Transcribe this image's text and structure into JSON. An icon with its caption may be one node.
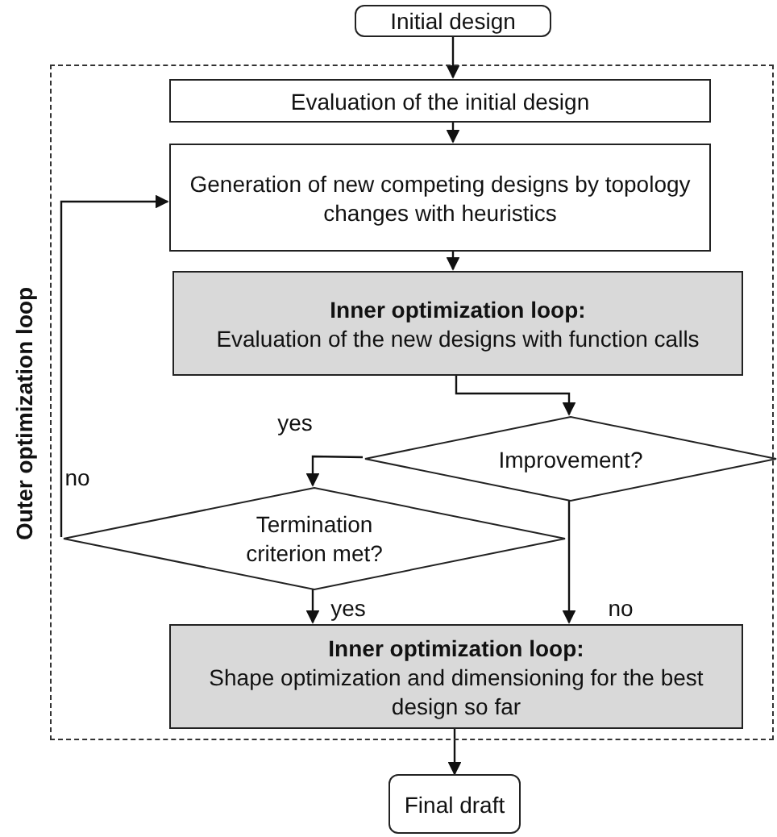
{
  "diagram": {
    "nodes": [
      {
        "text": [
          "Initial design"
        ]
      },
      {
        "text": [
          "Outer optimization loop"
        ]
      },
      {
        "text": [
          "Evaluation of the initial design"
        ],
        "in": 1
      },
      {
        "text": [
          "Generation of new competing designs by topology changes with heuristics"
        ],
        "in": 1
      },
      {
        "text": [
          "Inner optimization loop:",
          "Evaluation of the new designs with function calls"
        ],
        "in": 1
      },
      {
        "text": [
          "Improvement?"
        ],
        "in": 1
      },
      {
        "text": [
          "Termination criterion met?"
        ],
        "in": 1
      },
      {
        "text": [
          "Inner optimization loop:",
          "Shape optimization and dimensioning for the best design so far"
        ],
        "in": 1
      },
      {
        "text": [
          "Final draft"
        ]
      }
    ],
    "edges": [
      {
        "from": 0,
        "to": 2,
        "arrow": "to"
      },
      {
        "from": 2,
        "to": 3,
        "arrow": "to"
      },
      {
        "from": 3,
        "to": 4,
        "arrow": "to"
      },
      {
        "from": 4,
        "to": 5,
        "arrow": "to"
      },
      {
        "from": 5,
        "to": 6,
        "arrow": "to",
        "label": "yes"
      },
      {
        "from": 5,
        "to": 7,
        "arrow": "to",
        "label": "no"
      },
      {
        "from": 6,
        "to": 7,
        "arrow": "to",
        "label": "yes"
      },
      {
        "from": 6,
        "to": 3,
        "arrow": "to",
        "label": "no"
      },
      {
        "from": 7,
        "to": 8,
        "arrow": "to"
      }
    ]
  }
}
